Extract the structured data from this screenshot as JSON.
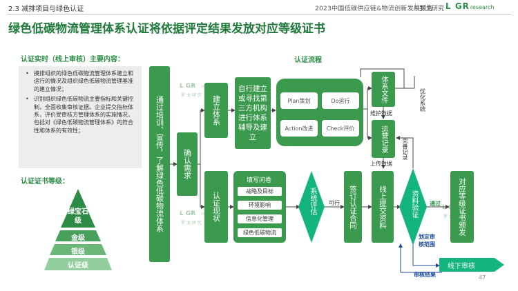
{
  "header": {
    "section": "2.3 减排项目与绿色认证",
    "report_title": "2023中国低碳供应链&物流创新发展报告",
    "separator": "|",
    "institute": "罗戈研究",
    "logo_main": "L GR",
    "logo_sub": "research"
  },
  "title": "绿色低碳物流管理体系认证将依据评定结果发放对应等级证书",
  "left": {
    "heading": "认证实时（线上审核）主要内容：",
    "bullets": [
      "摸排组织的绿色低碳物流管理体系建立和运行的情况及组织绿色低碳物流管理基准的建立情况；",
      "识别组织绿色低碳物流主要指标和关键控制，全面收集审核证据。企业提交指标体系，评价受审核方管理体系的实施情况，包括对《绿色低碳物流管理体系》的符合性和体系的有效性；"
    ],
    "level_heading": "认证证书等级：",
    "levels": [
      "绿宝石级",
      "金级",
      "银级",
      "认证级"
    ],
    "level_colors": [
      "#2e8b46",
      "#48a05a",
      "#6bb77a",
      "#93ce9e"
    ]
  },
  "flow": {
    "heading": "认证流程",
    "start": "通过培训、宣传，了解绿色低碳物流体系",
    "confirm": "确认需求",
    "build": "建立体系",
    "self_build": "自行建立或寻找第三方机构进行体系辅导及建立",
    "pdca": [
      "Plan策划",
      "Do运行",
      "Action改进",
      "Check评价"
    ],
    "doc": "体系文件",
    "maintain_label": "维护数据",
    "ops": "运营记录",
    "upload_label": "上传数据",
    "complete_label": "完善记录",
    "optimize_label": "优化系统",
    "status": "认证现状",
    "questionnaire_title": "填写问卷",
    "questionnaire_items": [
      "战略及目标",
      "环境影响",
      "信息化管理",
      "绿色低碳物流"
    ],
    "assess": "系统评估",
    "feasible_label": "可行",
    "contract": "签订认证合同",
    "submit": "线上提交资料",
    "verify": "资料验证",
    "pass_label": "通过",
    "cert": "对应等级证书颁发",
    "scope_label": "划定审核范围",
    "offline": "线下审核",
    "result_label": "审核结果"
  },
  "watermark": {
    "text": "L GR",
    "sub": "research",
    "inst": "罗 戈 研 究"
  },
  "page_number": "47",
  "colors": {
    "primary": "#3b9a4e",
    "teal": "#14b47f",
    "dark_green": "#1f7a3a",
    "blue_label": "#1e4a9a"
  }
}
